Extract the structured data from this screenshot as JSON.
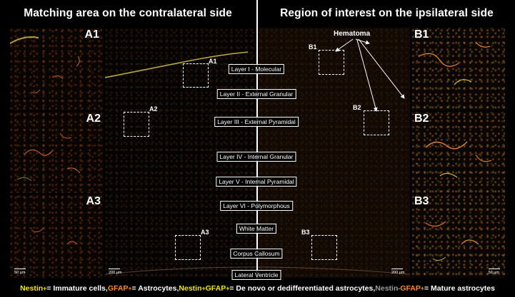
{
  "headers": {
    "left": "Matching area on the contralateral side",
    "right": "Region of interest on the ipsilateral side"
  },
  "panels": {
    "a1": "A1",
    "a2": "A2",
    "a3": "A3",
    "b1": "B1",
    "b2": "B2",
    "b3": "B3"
  },
  "roi_labels": {
    "a1": "A1",
    "a2": "A2",
    "a3": "A3",
    "b1": "B1",
    "b2": "B2",
    "b3": "B3"
  },
  "hematoma_label": "Hematoma",
  "layers": [
    "Layer I - Molecular",
    "Layer II - External Granular",
    "Layer III - External Pyramidal",
    "Layer IV - Internal Granular",
    "Layer V - Internal Pyramidal",
    "Layer VI - Polymorphous",
    "White Matter",
    "Corpus Callosum",
    "Lateral Ventricle"
  ],
  "scale_bars": {
    "small_left": "50 µm",
    "center_left": "200 µm",
    "center_right": "200 µm",
    "small_right": "50 µm"
  },
  "legend": {
    "nestin_a": "Nestin",
    "sup_a": "+",
    "text_a": " = Immature cells, ",
    "gfap_b": "GFAP",
    "sup_b": "+",
    "text_b": " = Astrocytes, ",
    "nestin_c": "Nestin",
    "sup_c1": "+",
    "gfap_c": "GFAP",
    "sup_c2": "+",
    "text_c": " = De novo or dedifferentiated astrocytes, ",
    "nestin_d": "Nestin",
    "sup_d1": "-",
    "gfap_d": "GFAP",
    "sup_d2": "+",
    "text_d": " = Mature astrocytes"
  },
  "colors": {
    "nestin": "#f2e600",
    "gfap": "#ff8a1c",
    "negative": "#9a9a9a",
    "background": "#000000"
  }
}
